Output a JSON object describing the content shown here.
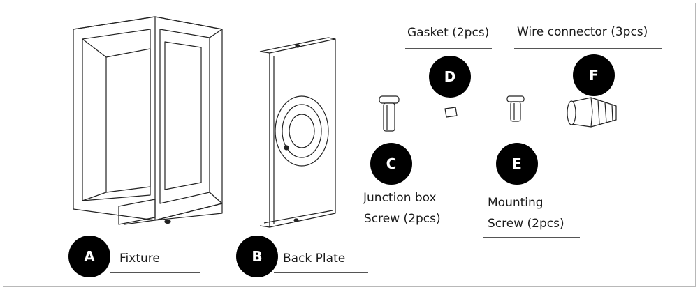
{
  "parts": {
    "a": {
      "letter": "A",
      "name": "Fixture"
    },
    "b": {
      "letter": "B",
      "name": "Back Plate"
    },
    "c": {
      "letter": "C",
      "name_line1": "Junction box",
      "name_line2": "Screw (2pcs)"
    },
    "d": {
      "letter": "D",
      "name": "Gasket (2pcs)"
    },
    "e": {
      "letter": "E",
      "name_line1": "Mounting",
      "name_line2": "Screw (2pcs)"
    },
    "f": {
      "letter": "F",
      "name": "Wire connector (3pcs)"
    }
  }
}
